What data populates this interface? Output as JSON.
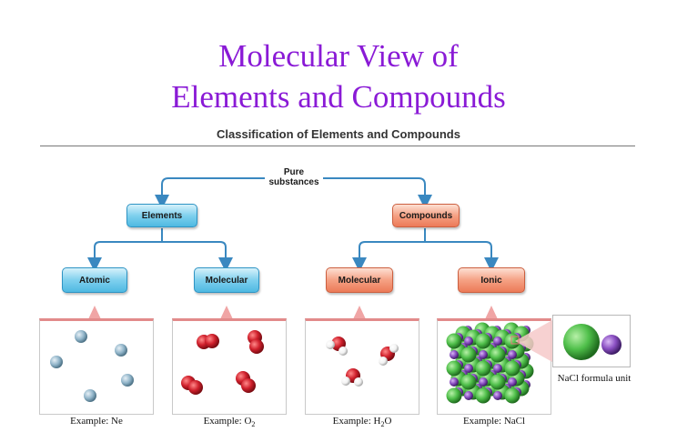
{
  "title": {
    "line1": "Molecular View of",
    "line2": "Elements and Compounds"
  },
  "subtitle": "Classification of Elements and Compounds",
  "nodes": {
    "pure": {
      "line1": "Pure",
      "line2": "substances"
    },
    "elements": "Elements",
    "compounds": "Compounds",
    "atomic": "Atomic",
    "molecular_el": "Molecular",
    "molecular_co": "Molecular",
    "ionic": "Ionic"
  },
  "examples": {
    "ne": "Example: Ne",
    "o2": {
      "prefix": "Example: O",
      "sub": "2"
    },
    "h2o": {
      "prefix": "Example: H",
      "sub": "2",
      "suffix": "O"
    },
    "nacl": "Example: NaCl"
  },
  "inset_label": "NaCl formula unit",
  "colors": {
    "title": "#8a1ad6",
    "pure_box": "#d69ad2",
    "element_box": "#7fd0ee",
    "compound_box": "#f5a184",
    "connector": "#3a88c0",
    "neon": "#8fb3c8",
    "oxygen": "#d0202c",
    "hydrogen": "#f2f2f2",
    "sodium": "#8a4fc2",
    "chloride": "#4fbf4a"
  }
}
